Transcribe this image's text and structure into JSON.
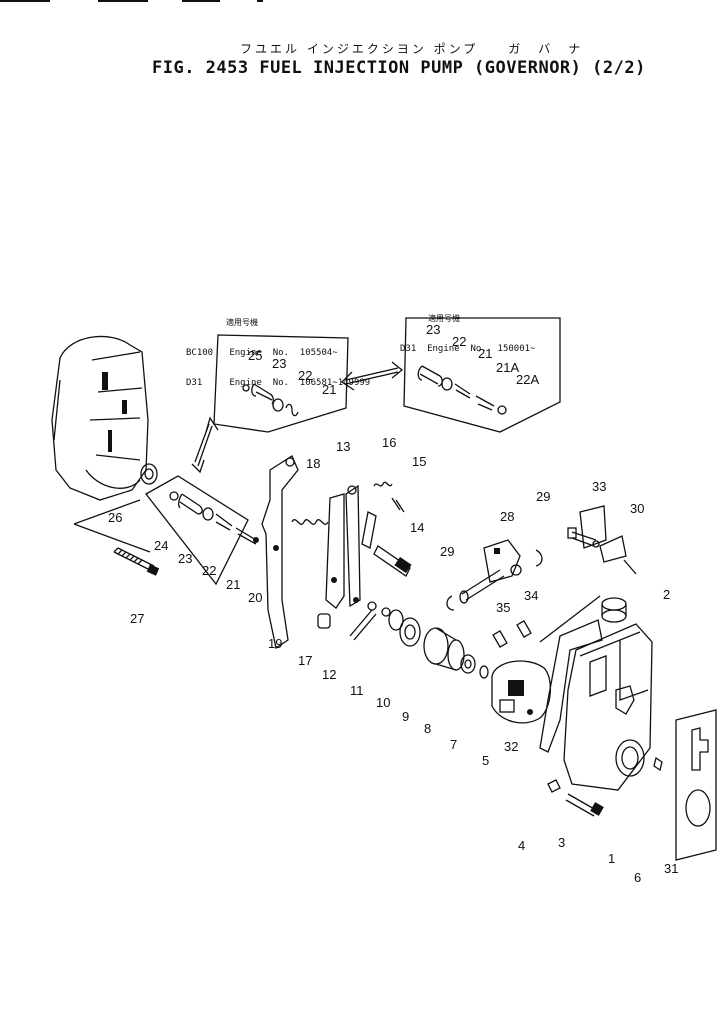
{
  "header": {
    "title_jp": "フユエル インジエクシヨン ポンプ　　ガ　バ　ナ",
    "title": "FIG. 2453  FUEL  INJECTION  PUMP  (GOVERNOR)  (2/2)"
  },
  "notes": {
    "left_heading": "適用号機",
    "left_lines": [
      "BC100   Engine  No.  105504~",
      "D31     Engine  No.  106581~149999"
    ],
    "right_heading": "適用号機",
    "right_lines": [
      "D31  Engine  No.  150001~"
    ]
  },
  "callouts": [
    {
      "id": "c25",
      "text": "25"
    },
    {
      "id": "c23a",
      "text": "23"
    },
    {
      "id": "c22a",
      "text": "22"
    },
    {
      "id": "c21a",
      "text": "21"
    },
    {
      "id": "c23b",
      "text": "23"
    },
    {
      "id": "c22b",
      "text": "22"
    },
    {
      "id": "c21b",
      "text": "21"
    },
    {
      "id": "c21A",
      "text": "21A"
    },
    {
      "id": "c22A",
      "text": "22A"
    },
    {
      "id": "c26",
      "text": "26"
    },
    {
      "id": "c24",
      "text": "24"
    },
    {
      "id": "c23c",
      "text": "23"
    },
    {
      "id": "c22c",
      "text": "22"
    },
    {
      "id": "c21c",
      "text": "21"
    },
    {
      "id": "c20",
      "text": "20"
    },
    {
      "id": "c27",
      "text": "27"
    },
    {
      "id": "c19",
      "text": "19"
    },
    {
      "id": "c18",
      "text": "18"
    },
    {
      "id": "c13",
      "text": "13"
    },
    {
      "id": "c16",
      "text": "16"
    },
    {
      "id": "c15",
      "text": "15"
    },
    {
      "id": "c14",
      "text": "14"
    },
    {
      "id": "c17",
      "text": "17"
    },
    {
      "id": "c12",
      "text": "12"
    },
    {
      "id": "c11",
      "text": "11"
    },
    {
      "id": "c10",
      "text": "10"
    },
    {
      "id": "c9",
      "text": "9"
    },
    {
      "id": "c8",
      "text": "8"
    },
    {
      "id": "c7",
      "text": "7"
    },
    {
      "id": "c28",
      "text": "28"
    },
    {
      "id": "c29a",
      "text": "29"
    },
    {
      "id": "c29b",
      "text": "29"
    },
    {
      "id": "c33",
      "text": "33"
    },
    {
      "id": "c30",
      "text": "30"
    },
    {
      "id": "c2",
      "text": "2"
    },
    {
      "id": "c35",
      "text": "35"
    },
    {
      "id": "c34",
      "text": "34"
    },
    {
      "id": "c5",
      "text": "5"
    },
    {
      "id": "c32",
      "text": "32"
    },
    {
      "id": "c4",
      "text": "4"
    },
    {
      "id": "c3",
      "text": "3"
    },
    {
      "id": "c1",
      "text": "1"
    },
    {
      "id": "c6",
      "text": "6"
    },
    {
      "id": "c31",
      "text": "31"
    }
  ]
}
